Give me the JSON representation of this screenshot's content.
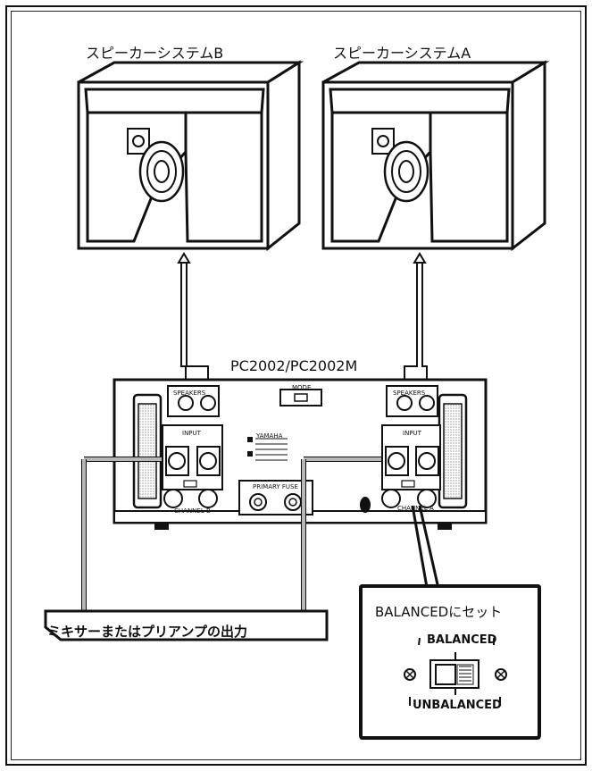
{
  "speakers": [
    {
      "label": "スピーカーシステムB"
    },
    {
      "label": "スピーカーシステムA"
    }
  ],
  "amplifier": {
    "model_label": "PC2002/PC2002M",
    "panel": {
      "mode": "MODE",
      "speakers": "SPEAKERS",
      "input": "INPUT",
      "channel_b": "CHANNEL B",
      "channel_a": "CHANNEL A",
      "primary_fuse": "PRIMARY FUSE",
      "brand": "YAMAHA"
    }
  },
  "callouts": {
    "mixer_output": "ミキサーまたはプリアンプの出力",
    "balanced_set": "BALANCEDにセット"
  },
  "switch_labels": {
    "balanced": "BALANCED",
    "unbalanced": "UNBALANCED"
  },
  "colors": {
    "ink": "#111111",
    "cable_fill": "#b7b7b7",
    "panel_fill": "#f5f5f5"
  }
}
